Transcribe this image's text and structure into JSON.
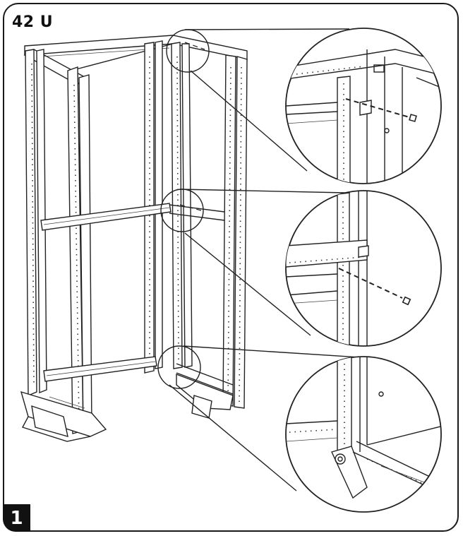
{
  "header": {
    "title": "42 U"
  },
  "step": {
    "number": "1"
  },
  "figure": {
    "subject-icon": "open-frame-rack-assembly",
    "callouts": [
      "top-rail-screw-detail",
      "middle-rail-screw-detail",
      "bottom-base-detail"
    ]
  },
  "colors": {
    "ink": "#222222",
    "background": "#ffffff",
    "badge": "#111111"
  }
}
